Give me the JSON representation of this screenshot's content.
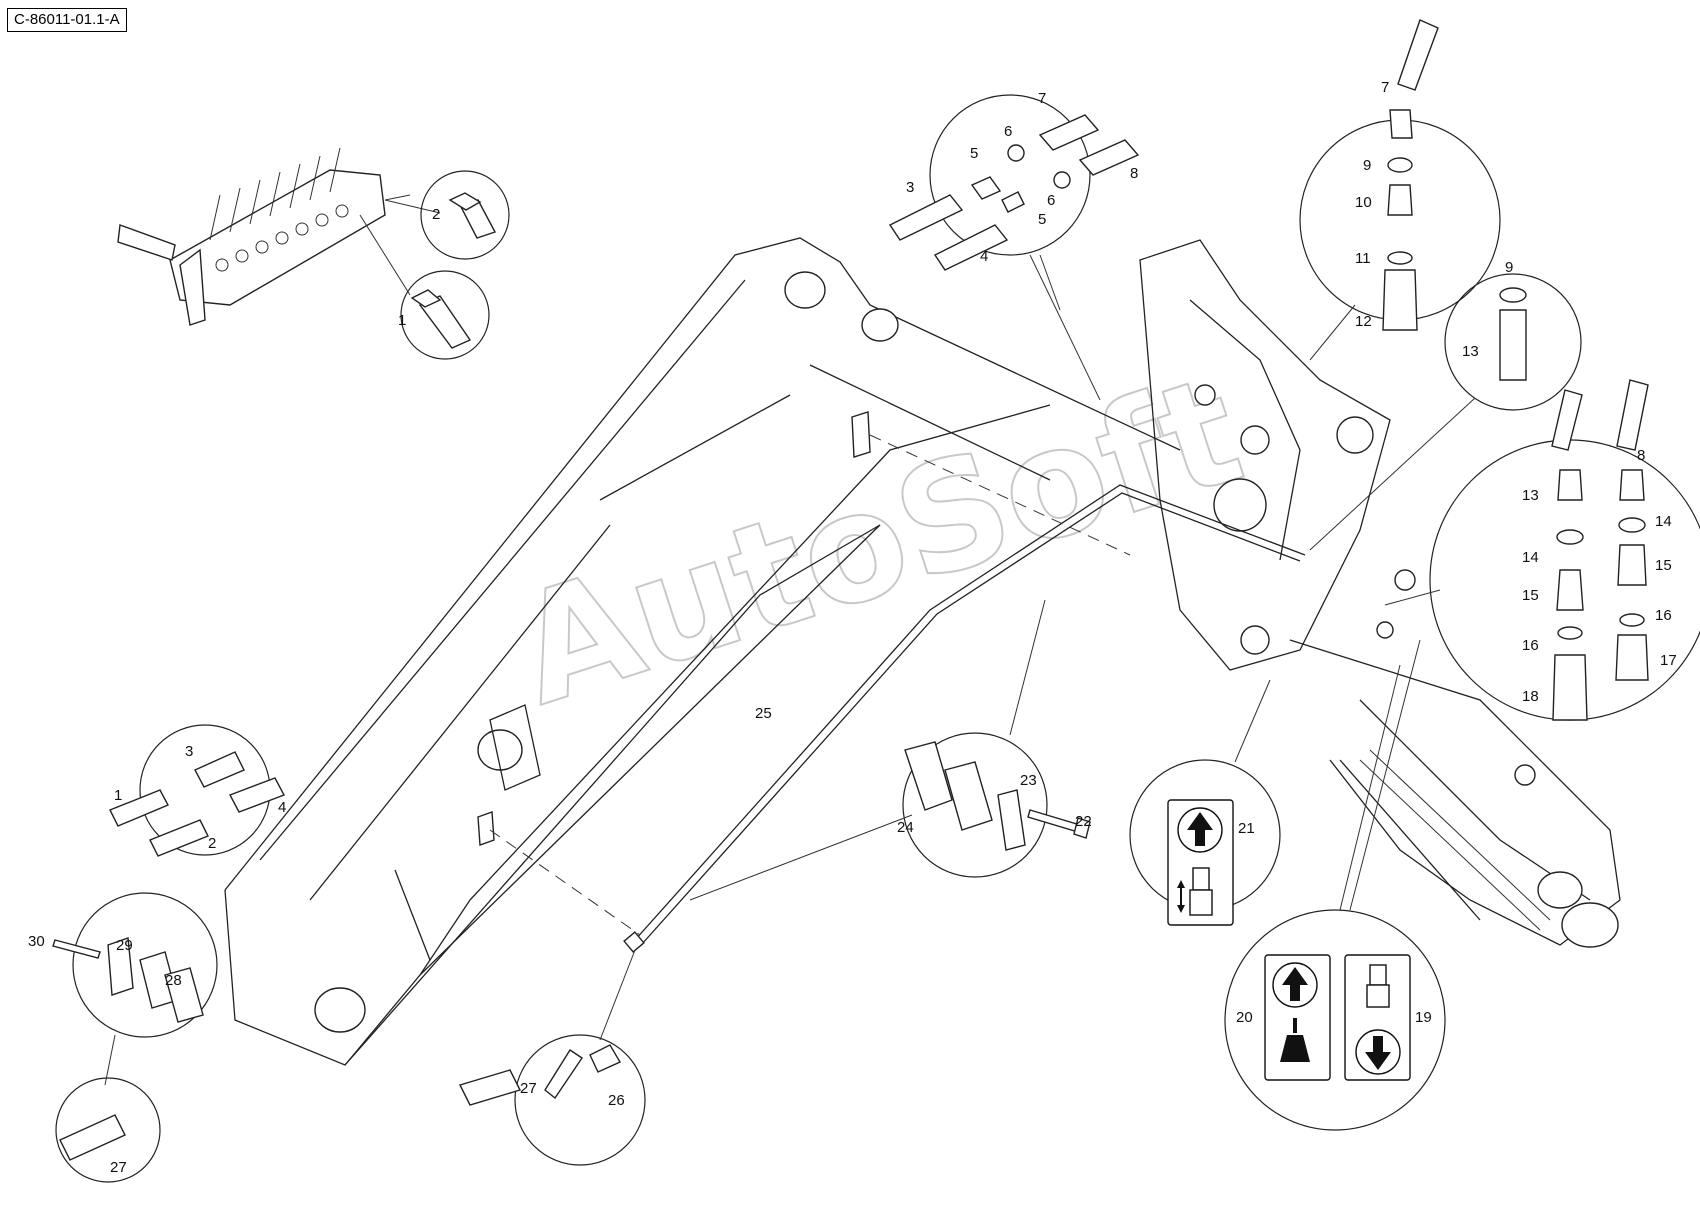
{
  "document": {
    "code": "C-86011-01.1-A",
    "watermark": "AutoSoft"
  },
  "callouts": [
    {
      "id": "c30",
      "text": "30"
    },
    {
      "id": "c29",
      "text": "29"
    },
    {
      "id": "c28",
      "text": "28"
    },
    {
      "id": "c27a",
      "text": "27"
    },
    {
      "id": "c27b",
      "text": "27"
    },
    {
      "id": "c26",
      "text": "26"
    },
    {
      "id": "c25",
      "text": "25"
    },
    {
      "id": "c24",
      "text": "24"
    },
    {
      "id": "c23",
      "text": "23"
    },
    {
      "id": "c22",
      "text": "22"
    },
    {
      "id": "c21",
      "text": "21"
    },
    {
      "id": "c20",
      "text": "20"
    },
    {
      "id": "c19",
      "text": "19"
    },
    {
      "id": "c18",
      "text": "18"
    },
    {
      "id": "c17",
      "text": "17"
    },
    {
      "id": "c16a",
      "text": "16"
    },
    {
      "id": "c16b",
      "text": "16"
    },
    {
      "id": "c15a",
      "text": "15"
    },
    {
      "id": "c15b",
      "text": "15"
    },
    {
      "id": "c14a",
      "text": "14"
    },
    {
      "id": "c14b",
      "text": "14"
    },
    {
      "id": "c13a",
      "text": "13"
    },
    {
      "id": "c13b",
      "text": "13"
    },
    {
      "id": "c12",
      "text": "12"
    },
    {
      "id": "c11",
      "text": "11"
    },
    {
      "id": "c10",
      "text": "10"
    },
    {
      "id": "c9a",
      "text": "9"
    },
    {
      "id": "c9b",
      "text": "9"
    },
    {
      "id": "c8a",
      "text": "8"
    },
    {
      "id": "c8b",
      "text": "8"
    },
    {
      "id": "c7a",
      "text": "7"
    },
    {
      "id": "c7b",
      "text": "7"
    },
    {
      "id": "c6a",
      "text": "6"
    },
    {
      "id": "c6b",
      "text": "6"
    },
    {
      "id": "c5a",
      "text": "5"
    },
    {
      "id": "c5b",
      "text": "5"
    },
    {
      "id": "c4a",
      "text": "4"
    },
    {
      "id": "c4b",
      "text": "4"
    },
    {
      "id": "c3a",
      "text": "3"
    },
    {
      "id": "c3b",
      "text": "3"
    },
    {
      "id": "c2a",
      "text": "2"
    },
    {
      "id": "c2b",
      "text": "2"
    },
    {
      "id": "c1a",
      "text": "1"
    },
    {
      "id": "c1b",
      "text": "1"
    }
  ]
}
